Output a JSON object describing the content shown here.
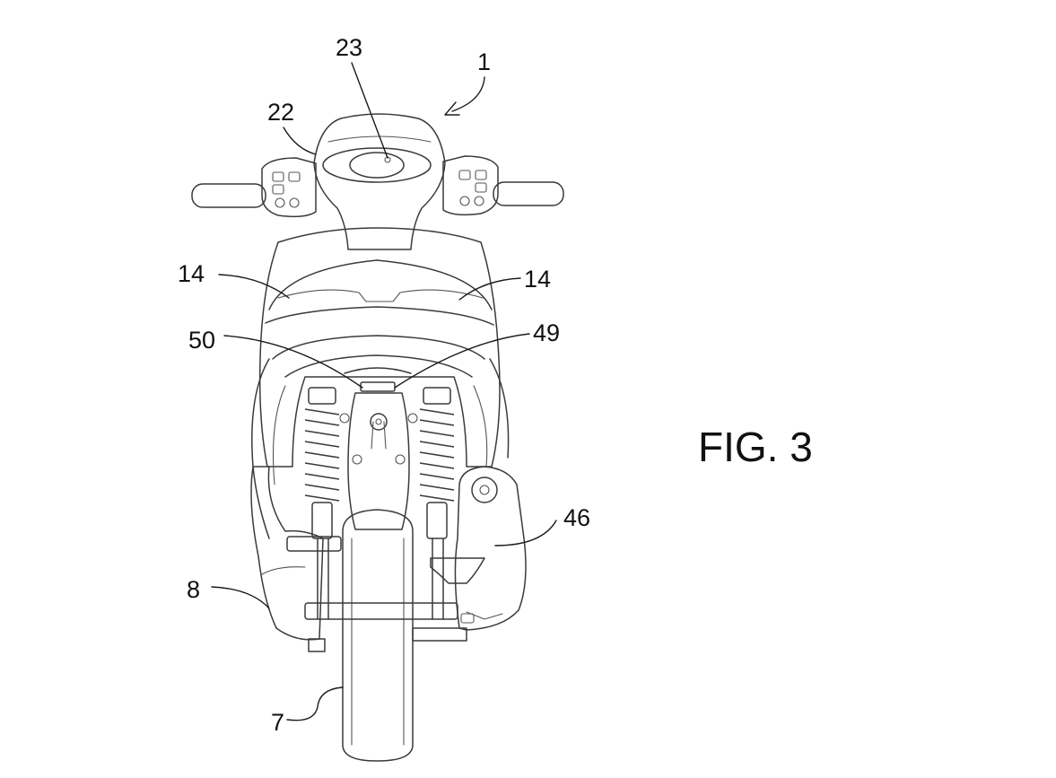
{
  "figure": {
    "caption": "FIG. 3"
  },
  "labels": {
    "ref_1": "1",
    "ref_22": "22",
    "ref_23": "23",
    "ref_14_left": "14",
    "ref_14_right": "14",
    "ref_50": "50",
    "ref_49": "49",
    "ref_46": "46",
    "ref_8": "8",
    "ref_7": "7"
  }
}
